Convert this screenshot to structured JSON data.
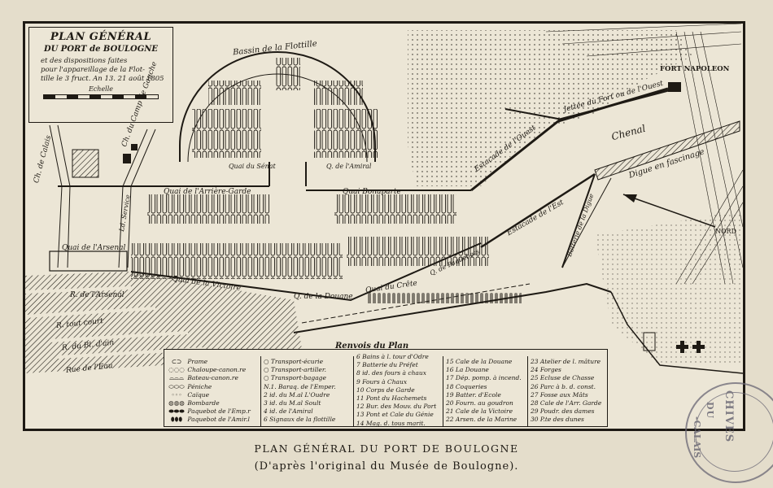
{
  "title": {
    "main": "PLAN GÉNÉRAL",
    "sub": "DU PORT de BOULOGNE",
    "desc_lines": [
      "et des dispositions faites",
      "pour l'appareillage de la Flot-",
      "tille le 3 fruct. An 13. 21 août 1805"
    ],
    "scale_label": "Echelle"
  },
  "map_labels": {
    "bassin": "Bassin de la Flottille",
    "fort_napoleon": "FORT NAPOLEON",
    "jettee_fort": "Jettée du Fort ou de l'Ouest",
    "estacade_ouest": "Estacade de l'Ouest",
    "chenal": "Chenal",
    "digue": "Digue en fascinage",
    "nord": "NORD",
    "estacade_est": "Estacade de l'Est",
    "quai_senat": "Quai du Sénat",
    "quai_amiral": "Q. de l'Amiral",
    "quai_arriere_garde": "Quai de l'Arrière-Garde",
    "quai_bonaparte": "Quai Bonaparte",
    "quai_arsenal": "Quai de l'Arsenal",
    "quai_victoire": "Quai de la Victoire",
    "quai_douane": "Q. de la Douane",
    "quai_crete": "Quai du Crête",
    "camp_gauche": "Ch. du Camp de Gauche",
    "chemin_calais": "Ch. de Calais",
    "ld_service": "Ld. Service",
    "rue_arsenal": "R. de l'Arsenal",
    "q_tout_court": "R. tout court",
    "rue_bl_dain": "R. du Bl. d'ain",
    "rue_eau": "Rue de l'Eau",
    "batterie_digue": "Batterie de la Digue",
    "paquebots": "Q. de Paquebots"
  },
  "legend": {
    "title": "Renvois du Plan",
    "col1": [
      {
        "sym": "⊂⊃",
        "text": "Prame"
      },
      {
        "sym": "◌◌◌",
        "text": "Chaloupe-canon.re"
      },
      {
        "sym": "⌓⌓⌓",
        "text": "Bateau-canon.re"
      },
      {
        "sym": "⬭⬭⬭",
        "text": "Péniche"
      },
      {
        "sym": "◦◦◦",
        "text": "Caïque"
      },
      {
        "sym": "◍◍◍",
        "text": "Bombarde"
      },
      {
        "sym": "⬬⬬⬬",
        "text": "Paquebot de l'Emp.r"
      },
      {
        "sym": "⬮⬮⬮",
        "text": "Paquebot de l'Amir.l"
      }
    ],
    "col2": [
      "○ Transport-écurie",
      "○ Transport-artiller.",
      "○ Transport-bagage",
      "N.1. Baraq. de l'Emper.",
      "2 id. du M.al L'Oudre",
      "3 id. du M.al Soult",
      "4 id. de l'Amiral",
      "6 Signaux de la flottille"
    ],
    "col3": [
      "6 Bains à l. tour d'Odre",
      "7 Batterie du Préfet",
      "8 id. des fours à chaux",
      "9 Fours à Chaux",
      "10 Corps de Garde",
      "11 Pont du Hachemets",
      "12 Bur. des Mouv. du Port",
      "13 Pont et Cale du Génie",
      "14 Mag. d. tous marit."
    ],
    "col4": [
      "15 Cale de la Douane",
      "16 La Douane",
      "17 Dép. pomp. à incend.",
      "18 Coqueries",
      "19 Batter. d'Ecole",
      "20 Fourn. au goudron",
      "21 Cale de la Victoire",
      "22 Arsen. de la Marine"
    ],
    "col5": [
      "23 Atelier de l. mâture",
      "24 Forges",
      "25 Ecluse de Chasse",
      "26 Parc à b. d. const.",
      "27 Fosse aux Mâts",
      "28 Cale de l'Arr. Garde",
      "29 Poudr. des dames",
      "30 P.te des dunes"
    ]
  },
  "caption": {
    "line1": "PLAN GÉNÉRAL DU PORT DE BOULOGNE",
    "line2": "(D'après l'original du Musée de Boulogne)."
  },
  "stamp": {
    "text1": "CHIVES",
    "text2": "DU",
    "text3": "-CALAIS"
  },
  "colors": {
    "ink": "#1e1a14",
    "paper": "#ece6d6",
    "page": "#e4ddcb",
    "stamp": "#6a6775"
  }
}
